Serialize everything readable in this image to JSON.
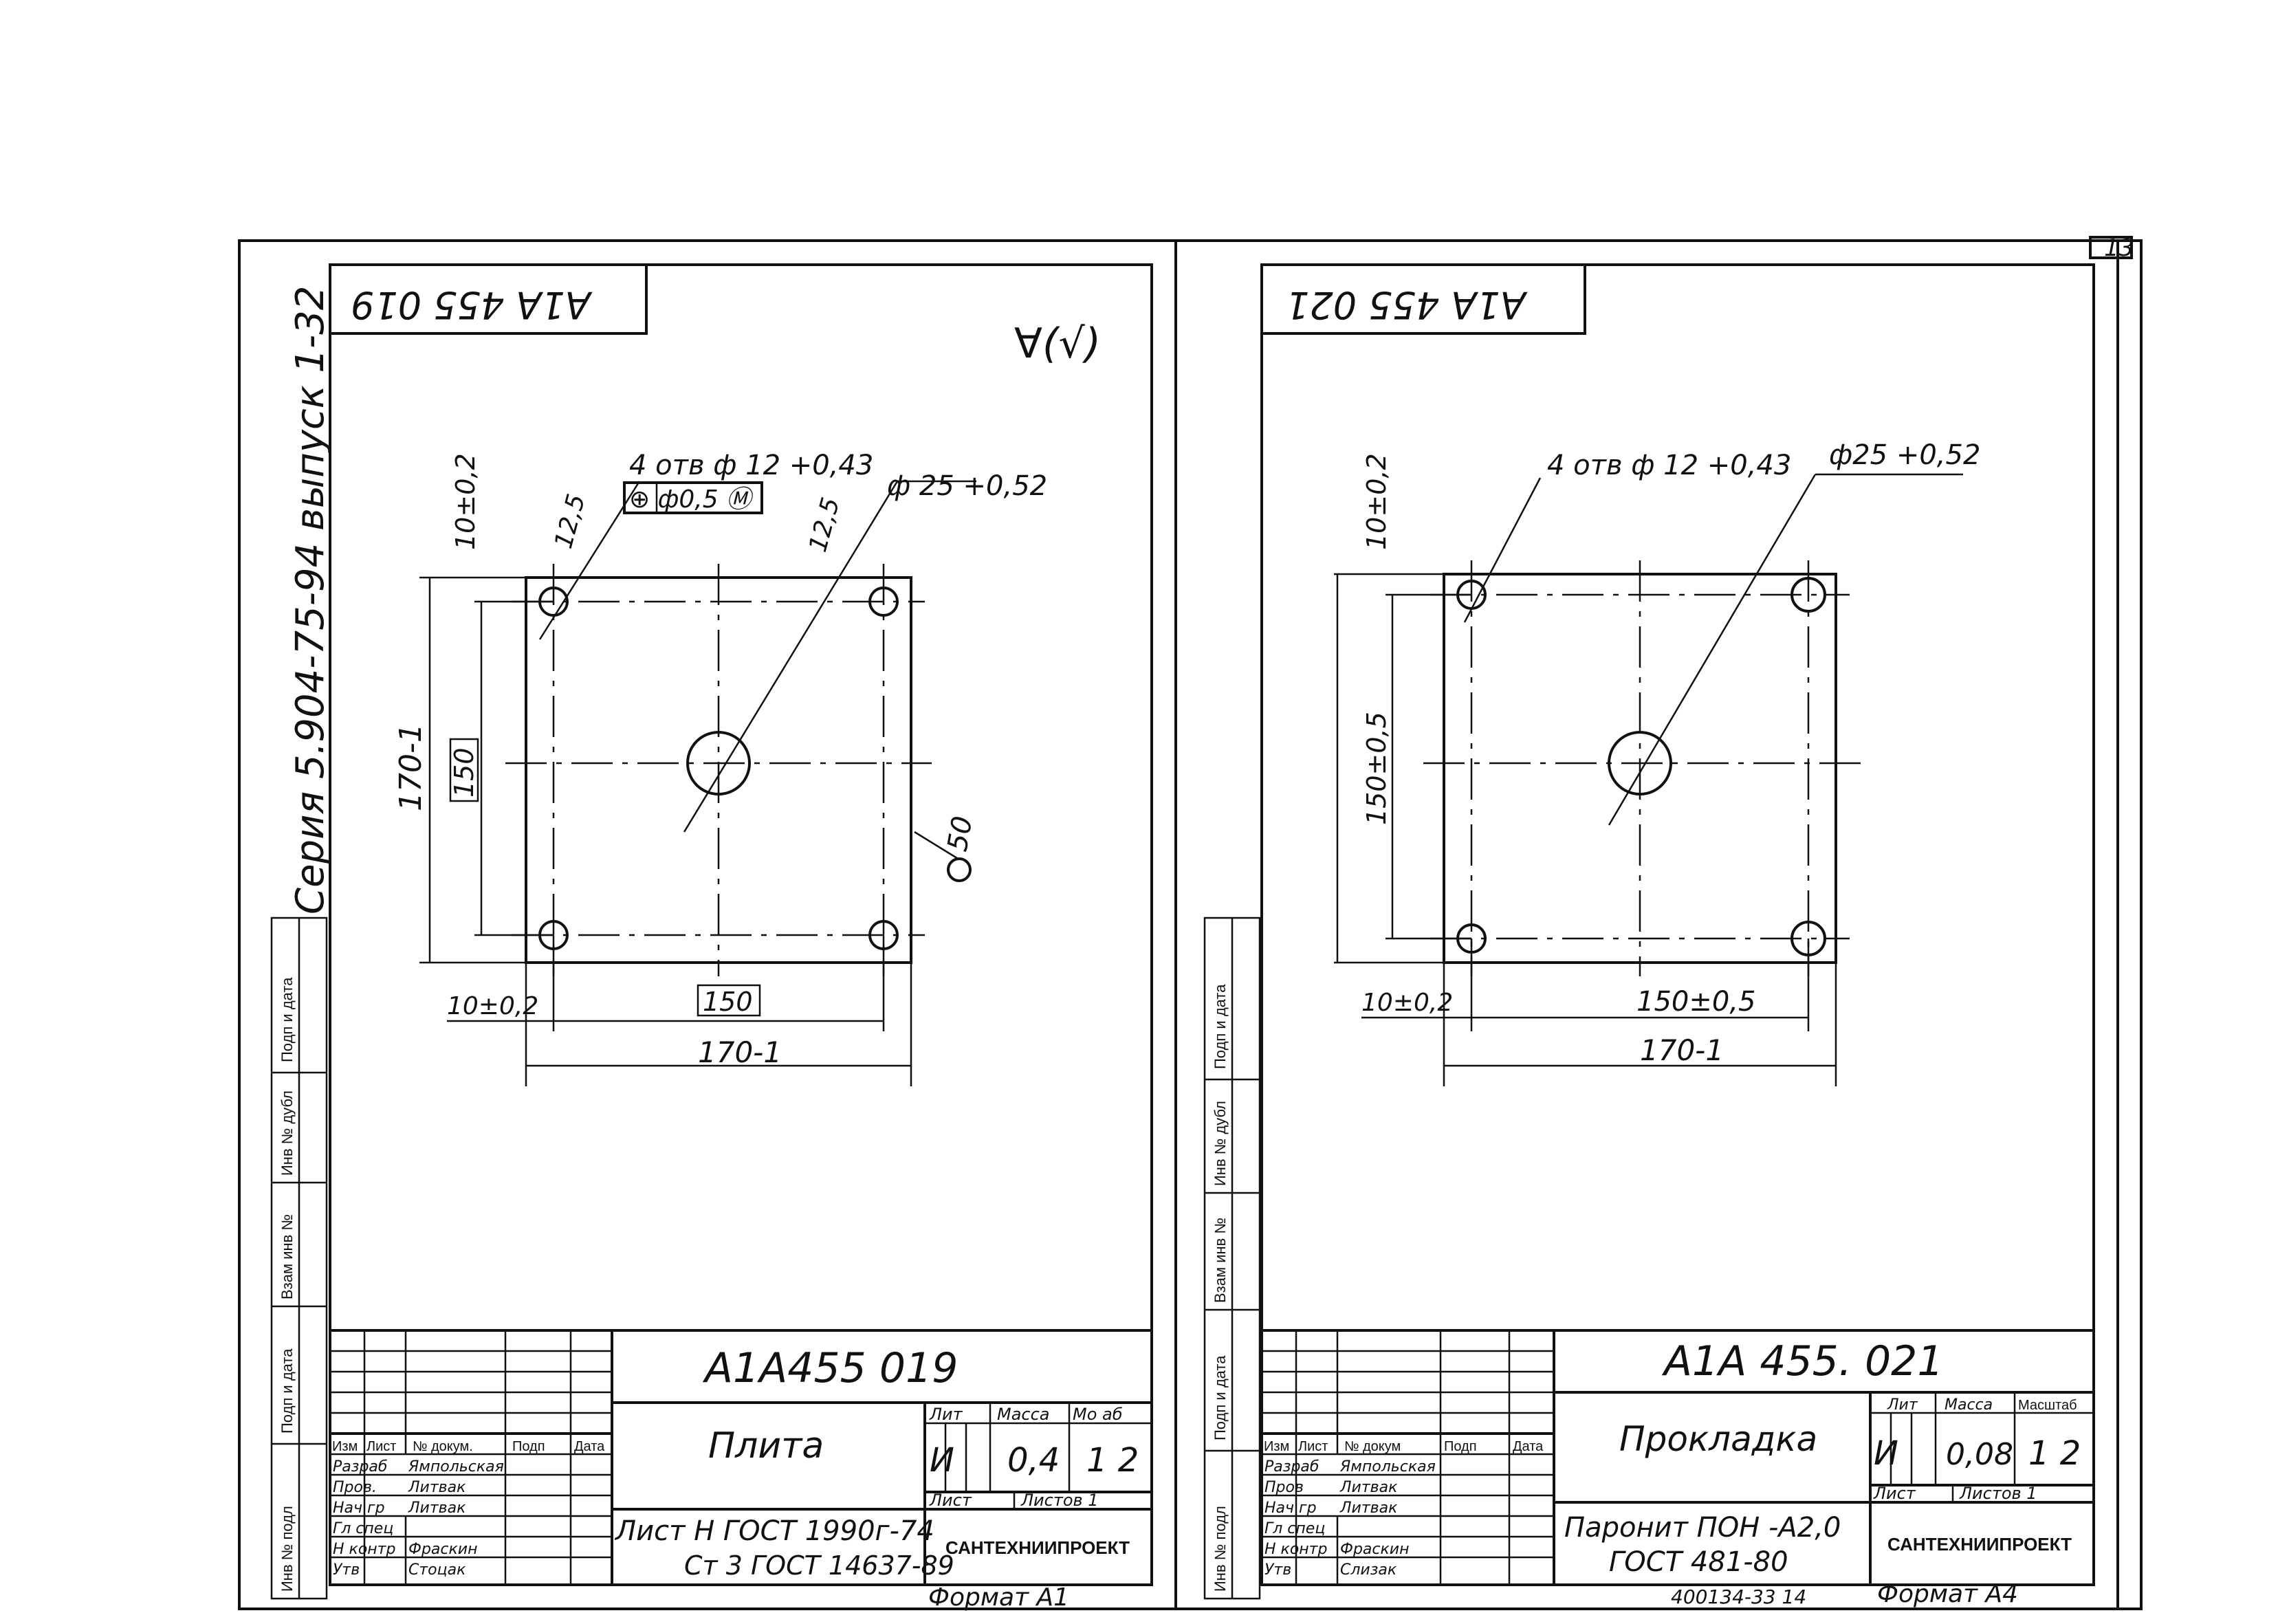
{
  "page_number": "13",
  "left_sheet": {
    "corner_code": "А1А 455 019",
    "roughness": "∀(√)",
    "series": "Серия 5.904-75-94   выпуск 1-32",
    "dims": {
      "holes": "4 отв ф 12 +0,43",
      "tol_frame": "⊕ ф0,5 Ⓜ",
      "big_hole": "ф 25 +0,52",
      "ang1": "12,5",
      "ang2": "12,5",
      "top_offset": "10±0,2",
      "left_outer": "170-1",
      "left_inner": "150",
      "bottom_offset": "10±0,2",
      "bottom_inner": "150",
      "bottom_outer": "170-1",
      "rough": "50"
    },
    "title_block": {
      "code": "А1А455 019",
      "name": "Плита",
      "col_lit": "Лит",
      "col_mass": "Масса",
      "col_scale": "Мо  аб",
      "lit_val": "И",
      "mass_val": "0,4",
      "scale_val": "1 2",
      "sheet": "Лист",
      "sheets": "Листов 1",
      "material1": "Лист  Н ГОСТ 1990г-74",
      "material2": "Ст 3 ГОСТ 14637-89",
      "org": "САНТЕХНИИПРОЕКТ",
      "headers": [
        "Изм",
        "Лист",
        "№ докум.",
        "Подп",
        "Дата"
      ],
      "rows": [
        [
          "Разраб",
          "Ямпольская"
        ],
        [
          "Пров.",
          "Литвак"
        ],
        [
          "Нач гр",
          "Литвак"
        ],
        [
          "Гл спец",
          ""
        ],
        [
          "Н контр",
          "Фраскин"
        ],
        [
          "Утв",
          "Стоцак"
        ]
      ]
    },
    "format": "Формат А1"
  },
  "right_sheet": {
    "corner_code": "А1А 455 021",
    "dims": {
      "holes": "4 отв ф 12 +0,43",
      "big_hole": "ф25 +0,52",
      "top_offset": "10±0,2",
      "left_inner": "150±0,5",
      "bottom_offset": "10±0,2",
      "bottom_inner": "150±0,5",
      "bottom_outer": "170-1"
    },
    "title_block": {
      "code": "А1А 455. 021",
      "name": "Прокладка",
      "col_lit": "Лит",
      "col_mass": "Масса",
      "col_scale": "Масштаб",
      "lit_val": "И",
      "mass_val": "0,08",
      "scale_val": "1 2",
      "sheet": "Лист",
      "sheets": "Листов 1",
      "material1": "Паронит ПОН -А2,0",
      "material2": "ГОСТ 481-80",
      "org": "САНТЕХНИИПРОЕКТ",
      "headers": [
        "Изм",
        "Лист",
        "№ докум",
        "Подп",
        "Дата"
      ],
      "rows": [
        [
          "Разраб",
          "Ямпольская"
        ],
        [
          "Пров",
          "Литвак"
        ],
        [
          "Нач гр",
          "Литвак"
        ],
        [
          "Гл спец",
          ""
        ],
        [
          "Н контр",
          "Фраскин"
        ],
        [
          "Утв",
          "Слизак"
        ]
      ]
    },
    "footer_code": "400134-33   14",
    "format": "Формат А4"
  },
  "side_stamp": [
    "Подп и дата",
    "Инв № дубл",
    "Взам инв №",
    "Подп и дата",
    "Инв № подл"
  ]
}
